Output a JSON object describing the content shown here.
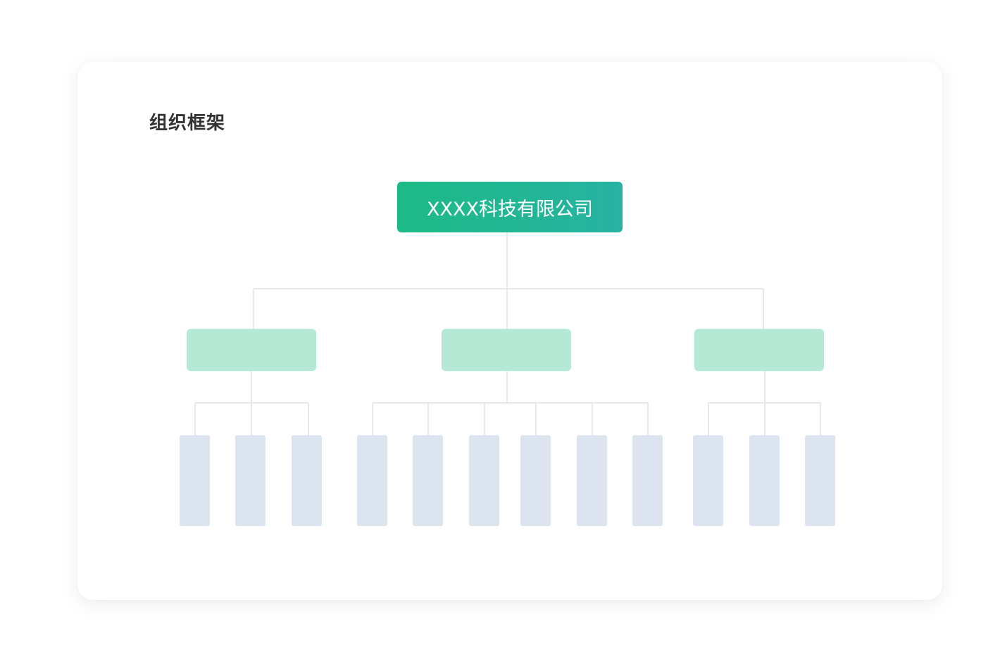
{
  "page": {
    "title": "组织框架"
  },
  "org_chart": {
    "root": {
      "label": "XXXX科技有限公司"
    },
    "departments": [
      {
        "label": "",
        "team_count": 3
      },
      {
        "label": "",
        "team_count": 6
      },
      {
        "label": "",
        "team_count": 3
      }
    ]
  },
  "colors": {
    "root_gradient_start": "#1dba86",
    "root_gradient_end": "#27b2a2",
    "department_fill": "#b5e9d6",
    "team_fill": "#dce5ef",
    "connector": "#e6e8ea",
    "title_text": "#333333"
  }
}
